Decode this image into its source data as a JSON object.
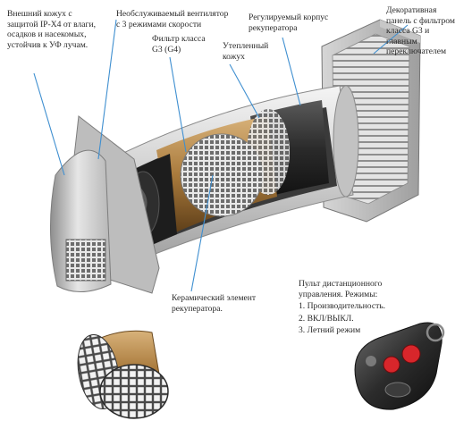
{
  "labels": {
    "outer_housing": "Внешний кожух с\nзащитой IP-X4 от влаги,\nосадков и насекомых,\nустойчив к УФ лучам.",
    "fan": "Необслуживаемый вентилятор\nс 3 режимами скорости",
    "filter": "Фильтр класса\nG3 (G4)",
    "insulated_housing": "Утепленный\nкожух",
    "recuperator_body": "Регулируемый корпус\nрекуператора",
    "decor_panel": "Декоративная\nпанель с фильтром\nкласса G3 и\nглавным\nпереключателем",
    "ceramic_element": "Керамический элемент\nрекуператора.",
    "remote_title": "Пульт дистанционного\nуправления. Режимы:",
    "remote_mode_1": "1. Производительность.",
    "remote_mode_2": "2. ВКЛ/ВЫКЛ.",
    "remote_mode_3": "3. Летний режим"
  },
  "colors": {
    "leader_line": "#3f8fd0",
    "remote_button_red": "#d8262b",
    "ceramic_copper": "#b0874a",
    "housing_grey": "#d9d9d9"
  },
  "icons": {
    "remote": "remote-control-icon"
  }
}
